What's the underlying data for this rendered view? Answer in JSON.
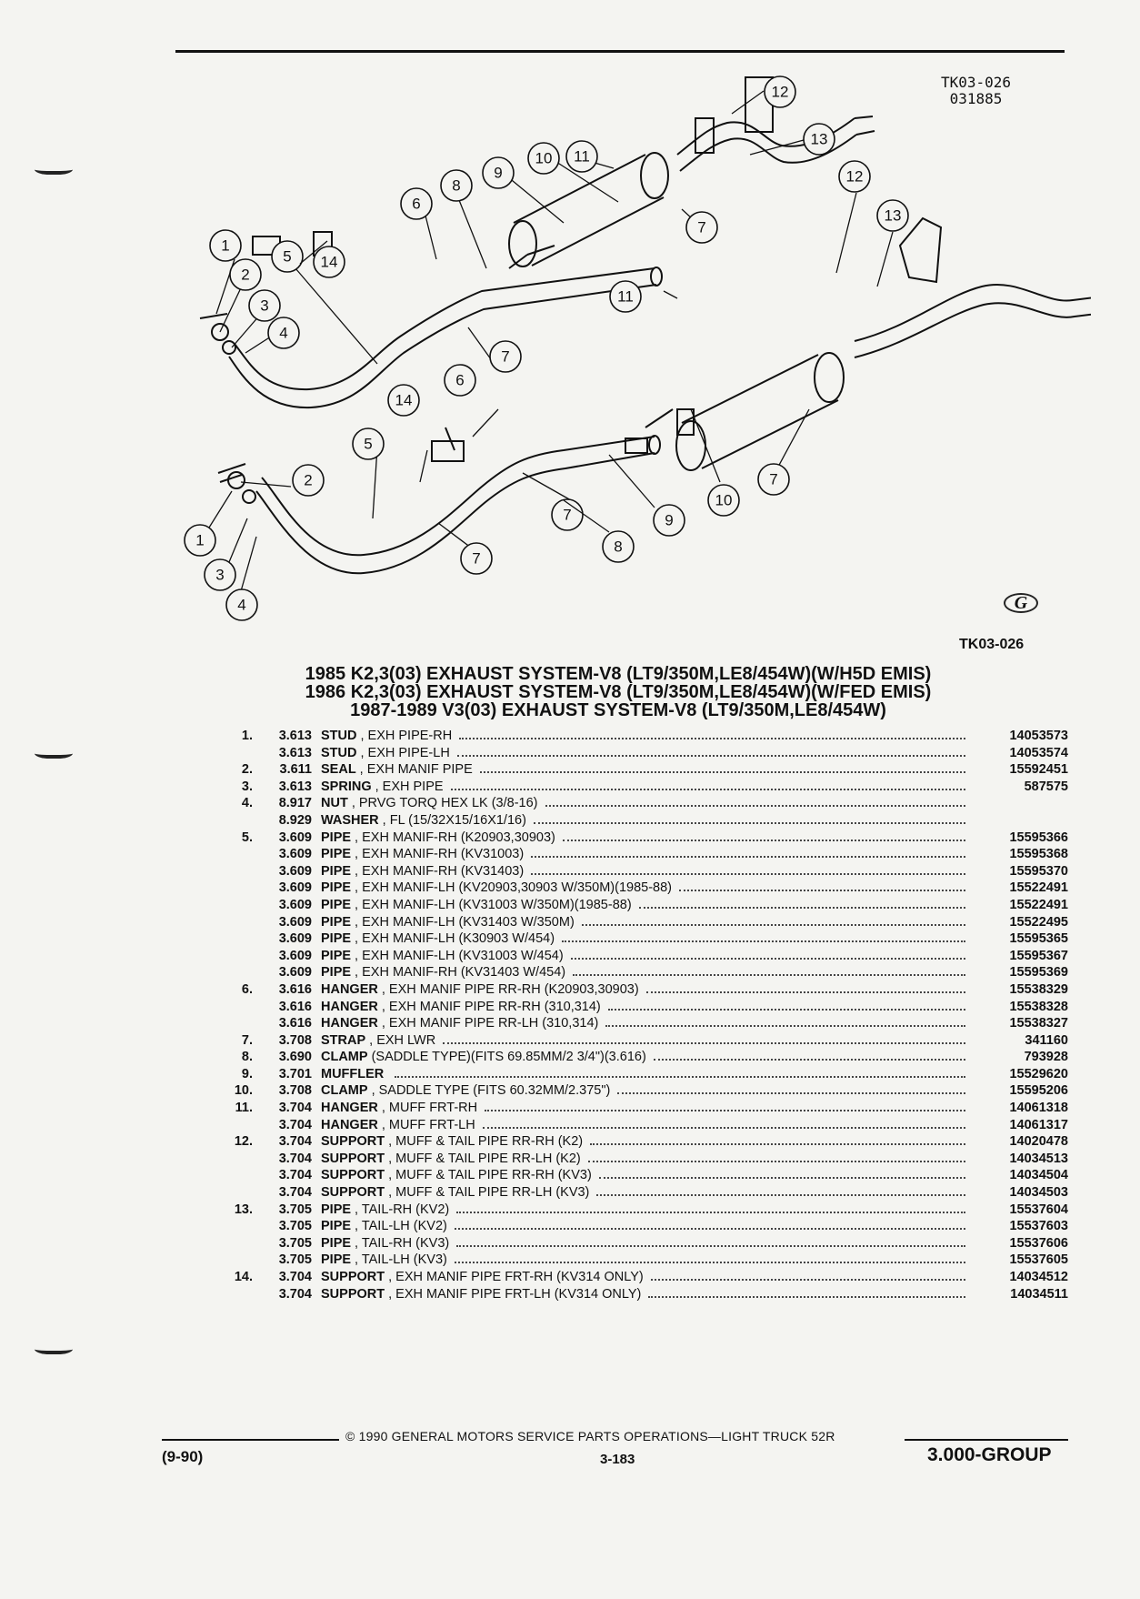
{
  "header": {
    "ref_code_line1": "TK03-026",
    "ref_code_line2": "031885"
  },
  "figure": {
    "logo_text": "G",
    "figure_code": "TK03-026",
    "callouts": [
      "1",
      "2",
      "3",
      "4",
      "5",
      "6",
      "7",
      "8",
      "9",
      "10",
      "11",
      "12",
      "13",
      "14"
    ]
  },
  "titles": [
    "1985 K2,3(03) EXHAUST SYSTEM-V8 (LT9/350M,LE8/454W)(W/H5D EMIS)",
    "1986 K2,3(03) EXHAUST SYSTEM-V8 (LT9/350M,LE8/454W)(W/FED EMIS)",
    "1987-1989 V3(03) EXHAUST SYSTEM-V8 (LT9/350M,LE8/454W)"
  ],
  "parts": [
    {
      "item": "1.",
      "group": "3.613",
      "name": "STUD",
      "desc": ", EXH PIPE-RH",
      "pn": "14053573"
    },
    {
      "item": "",
      "group": "3.613",
      "name": "STUD",
      "desc": ", EXH PIPE-LH",
      "pn": "14053574"
    },
    {
      "item": "2.",
      "group": "3.611",
      "name": "SEAL",
      "desc": ", EXH MANIF PIPE",
      "pn": "15592451"
    },
    {
      "item": "3.",
      "group": "3.613",
      "name": "SPRING",
      "desc": ", EXH PIPE",
      "pn": "587575"
    },
    {
      "item": "4.",
      "group": "8.917",
      "name": "NUT",
      "desc": ", PRVG TORQ HEX LK (3/8-16)",
      "pn": ""
    },
    {
      "item": "",
      "group": "8.929",
      "name": "WASHER",
      "desc": ", FL (15/32X15/16X1/16)",
      "pn": ""
    },
    {
      "item": "5.",
      "group": "3.609",
      "name": "PIPE",
      "desc": ", EXH MANIF-RH (K20903,30903)",
      "pn": "15595366"
    },
    {
      "item": "",
      "group": "3.609",
      "name": "PIPE",
      "desc": ", EXH MANIF-RH (KV31003)",
      "pn": "15595368"
    },
    {
      "item": "",
      "group": "3.609",
      "name": "PIPE",
      "desc": ", EXH MANIF-RH (KV31403)",
      "pn": "15595370"
    },
    {
      "item": "",
      "group": "3.609",
      "name": "PIPE",
      "desc": ", EXH MANIF-LH (KV20903,30903 W/350M)(1985-88)",
      "pn": "15522491"
    },
    {
      "item": "",
      "group": "3.609",
      "name": "PIPE",
      "desc": ", EXH MANIF-LH (KV31003 W/350M)(1985-88)",
      "pn": "15522491"
    },
    {
      "item": "",
      "group": "3.609",
      "name": "PIPE",
      "desc": ", EXH MANIF-LH (KV31403 W/350M)",
      "pn": "15522495"
    },
    {
      "item": "",
      "group": "3.609",
      "name": "PIPE",
      "desc": ", EXH MANIF-LH (K30903 W/454)",
      "pn": "15595365"
    },
    {
      "item": "",
      "group": "3.609",
      "name": "PIPE",
      "desc": ", EXH MANIF-LH (KV31003 W/454)",
      "pn": "15595367"
    },
    {
      "item": "",
      "group": "3.609",
      "name": "PIPE",
      "desc": ", EXH MANIF-RH (KV31403 W/454)",
      "pn": "15595369"
    },
    {
      "item": "6.",
      "group": "3.616",
      "name": "HANGER",
      "desc": ", EXH MANIF PIPE RR-RH (K20903,30903)",
      "pn": "15538329"
    },
    {
      "item": "",
      "group": "3.616",
      "name": "HANGER",
      "desc": ", EXH MANIF PIPE RR-RH (310,314)",
      "pn": "15538328"
    },
    {
      "item": "",
      "group": "3.616",
      "name": "HANGER",
      "desc": ", EXH MANIF PIPE RR-LH (310,314)",
      "pn": "15538327"
    },
    {
      "item": "7.",
      "group": "3.708",
      "name": "STRAP",
      "desc": ", EXH LWR",
      "pn": "341160"
    },
    {
      "item": "8.",
      "group": "3.690",
      "name": "CLAMP",
      "desc": "(SADDLE TYPE)(FITS 69.85MM/2 3/4\")(3.616)",
      "pn": "793928"
    },
    {
      "item": "9.",
      "group": "3.701",
      "name": "MUFFLER",
      "desc": "",
      "pn": "15529620"
    },
    {
      "item": "10.",
      "group": "3.708",
      "name": "CLAMP",
      "desc": ", SADDLE TYPE (FITS 60.32MM/2.375\")",
      "pn": "15595206"
    },
    {
      "item": "11.",
      "group": "3.704",
      "name": "HANGER",
      "desc": ", MUFF FRT-RH",
      "pn": "14061318"
    },
    {
      "item": "",
      "group": "3.704",
      "name": "HANGER",
      "desc": ", MUFF FRT-LH",
      "pn": "14061317"
    },
    {
      "item": "12.",
      "group": "3.704",
      "name": "SUPPORT",
      "desc": ", MUFF & TAIL PIPE RR-RH (K2)",
      "pn": "14020478"
    },
    {
      "item": "",
      "group": "3.704",
      "name": "SUPPORT",
      "desc": ", MUFF & TAIL PIPE RR-LH (K2)",
      "pn": "14034513"
    },
    {
      "item": "",
      "group": "3.704",
      "name": "SUPPORT",
      "desc": ", MUFF & TAIL PIPE RR-RH (KV3)",
      "pn": "14034504"
    },
    {
      "item": "",
      "group": "3.704",
      "name": "SUPPORT",
      "desc": ", MUFF & TAIL PIPE RR-LH (KV3)",
      "pn": "14034503"
    },
    {
      "item": "13.",
      "group": "3.705",
      "name": "PIPE",
      "desc": ", TAIL-RH (KV2)",
      "pn": "15537604"
    },
    {
      "item": "",
      "group": "3.705",
      "name": "PIPE",
      "desc": ", TAIL-LH (KV2)",
      "pn": "15537603"
    },
    {
      "item": "",
      "group": "3.705",
      "name": "PIPE",
      "desc": ", TAIL-RH (KV3)",
      "pn": "15537606"
    },
    {
      "item": "",
      "group": "3.705",
      "name": "PIPE",
      "desc": ", TAIL-LH (KV3)",
      "pn": "15537605"
    },
    {
      "item": "14.",
      "group": "3.704",
      "name": "SUPPORT",
      "desc": ", EXH MANIF PIPE FRT-RH (KV314 ONLY)",
      "pn": "14034512"
    },
    {
      "item": "",
      "group": "3.704",
      "name": "SUPPORT",
      "desc": ", EXH MANIF PIPE FRT-LH (KV314 ONLY)",
      "pn": "14034511"
    }
  ],
  "footer": {
    "copyright": "© 1990 GENERAL MOTORS SERVICE PARTS OPERATIONS—LIGHT TRUCK 52R",
    "date": "(9-90)",
    "page": "3-183",
    "group": "3.000-GROUP"
  }
}
